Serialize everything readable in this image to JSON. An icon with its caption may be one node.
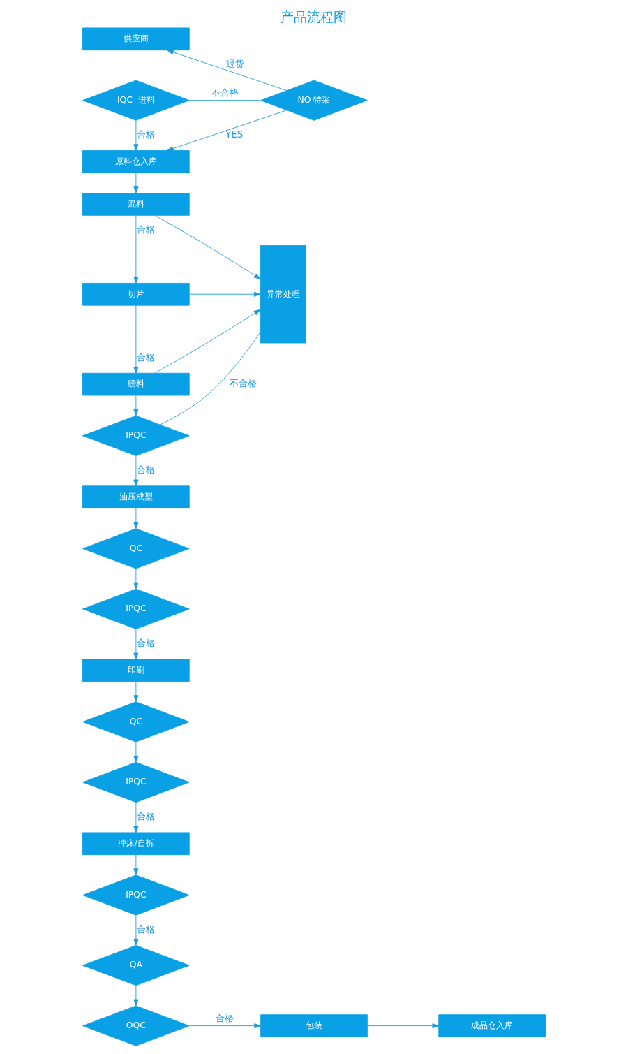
{
  "diagram": {
    "title": "产品流程图",
    "nodes": [
      {
        "text": [
          "供应商"
        ]
      },
      {
        "text": [
          "IQC  进料"
        ]
      },
      {
        "text": [
          "NO 特采"
        ]
      },
      {
        "text": [
          "原料仓入库"
        ]
      },
      {
        "text": [
          "混料"
        ]
      },
      {
        "text": [
          "切片"
        ]
      },
      {
        "text": [
          "磅料"
        ]
      },
      {
        "text": [
          "异常处理"
        ]
      },
      {
        "text": [
          "IPQC"
        ]
      },
      {
        "text": [
          "油压成型"
        ]
      },
      {
        "text": [
          "QC"
        ]
      },
      {
        "text": [
          "IPQC"
        ]
      },
      {
        "text": [
          "印刷"
        ]
      },
      {
        "text": [
          "QC"
        ]
      },
      {
        "text": [
          "IPQC"
        ]
      },
      {
        "text": [
          "冲床/自拆"
        ]
      },
      {
        "text": [
          "IPQC"
        ]
      },
      {
        "text": [
          "QA"
        ]
      },
      {
        "text": [
          "OQC"
        ]
      },
      {
        "text": [
          "包装"
        ]
      },
      {
        "text": [
          "成品仓入库"
        ]
      }
    ],
    "edges": [
      {
        "from": 1,
        "to": 2,
        "label": "不合格",
        "arrow": "none"
      },
      {
        "from": 2,
        "to": 0,
        "label": "退货",
        "arrow": "to"
      },
      {
        "from": 2,
        "to": 3,
        "label": "YES",
        "arrow": "to"
      },
      {
        "from": 1,
        "to": 3,
        "label": "合格",
        "arrow": "to"
      },
      {
        "from": 3,
        "to": 4,
        "arrow": "to"
      },
      {
        "from": 4,
        "to": 5,
        "label": "合格",
        "arrow": "to"
      },
      {
        "from": 5,
        "to": 6,
        "label": "合格",
        "arrow": "to"
      },
      {
        "from": 4,
        "to": 7,
        "arrow": "to"
      },
      {
        "from": 5,
        "to": 7,
        "arrow": "to"
      },
      {
        "from": 6,
        "to": 7,
        "arrow": "to"
      },
      {
        "from": 6,
        "to": 8,
        "arrow": "to"
      },
      {
        "from": 7,
        "to": 8,
        "label": "不合格",
        "arrow": "none"
      },
      {
        "from": 8,
        "to": 9,
        "label": "合格",
        "arrow": "to"
      },
      {
        "from": 9,
        "to": 10,
        "arrow": "to"
      },
      {
        "from": 10,
        "to": 11,
        "arrow": "to"
      },
      {
        "from": 11,
        "to": 12,
        "label": "合格",
        "arrow": "to"
      },
      {
        "from": 12,
        "to": 13,
        "arrow": "to"
      },
      {
        "from": 13,
        "to": 14,
        "arrow": "to"
      },
      {
        "from": 14,
        "to": 15,
        "label": "合格",
        "arrow": "to"
      },
      {
        "from": 15,
        "to": 16,
        "arrow": "to"
      },
      {
        "from": 16,
        "to": 17,
        "label": "合格",
        "arrow": "to"
      },
      {
        "from": 17,
        "to": 18,
        "arrow": "to"
      },
      {
        "from": 18,
        "to": 19,
        "label": "合格",
        "arrow": "to"
      },
      {
        "from": 19,
        "to": 20,
        "arrow": "to"
      }
    ]
  }
}
